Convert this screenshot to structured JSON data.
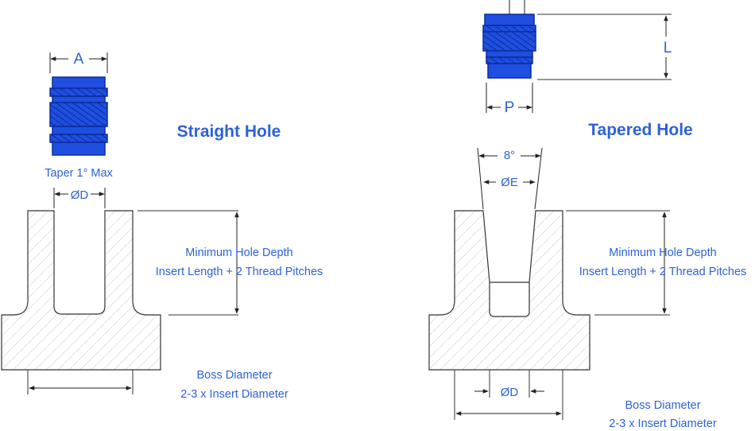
{
  "colors": {
    "accent": "#2d62d6",
    "insert_blue": "#1f4fe0",
    "insert_dark": "#0d2c9a",
    "outline": "#333333",
    "hatch": "#c8c8c8"
  },
  "straight": {
    "title": "Straight Hole",
    "dim_a": "A",
    "taper_note": "Taper 1° Max",
    "dim_d": "ØD",
    "depth_line1": "Minimum Hole Depth",
    "depth_line2": "Insert Length + 2 Thread Pitches",
    "boss_line1": "Boss Diameter",
    "boss_line2": "2-3 x Insert Diameter"
  },
  "tapered": {
    "title": "Tapered Hole",
    "dim_l": "L",
    "dim_p": "P",
    "dim_angle": "8°",
    "dim_e": "ØE",
    "dim_d": "ØD",
    "depth_line1": "Minimum Hole Depth",
    "depth_line2": "Insert Length + 2 Thread Pitches",
    "boss_line1": "Boss Diameter",
    "boss_line2": "2-3 x Insert Diameter"
  }
}
